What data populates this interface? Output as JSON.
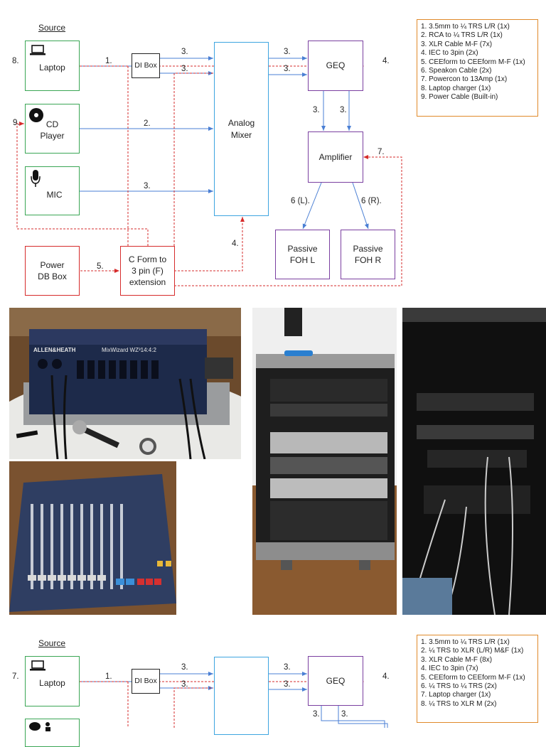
{
  "diagram1": {
    "source_heading": "Source",
    "laptop": "Laptop",
    "cd_player_line1": "CD",
    "cd_player_line2": "Player",
    "mic": "MIC",
    "power_db_line1": "Power",
    "power_db_line2": "DB Box",
    "di_box": "DI Box",
    "analog_mixer_line1": "Analog",
    "analog_mixer_line2": "Mixer",
    "geq": "GEQ",
    "amplifier": "Amplifier",
    "cform_line1": "C Form to",
    "cform_line2": "3 pin (F)",
    "cform_line3": "extension",
    "foh_l_line1": "Passive",
    "foh_l_line2": "FOH L",
    "foh_r_line1": "Passive",
    "foh_r_line2": "FOH R",
    "labels": {
      "n1": "1.",
      "n2": "2.",
      "n3": "3.",
      "n4": "4.",
      "n5": "5.",
      "n6l": "6 (L).",
      "n6r": "6 (R).",
      "n7": "7.",
      "n8": "8.",
      "n9": "9."
    },
    "legend": [
      "1. 3.5mm to ¼ TRS L/R (1x)",
      "2. RCA to ¼ TRS L/R (1x)",
      "3. XLR Cable M-F (7x)",
      "4. IEC to 3pin (2x)",
      "5. CEEform to CEEform M-F (1x)",
      "6. Speakon Cable (2x)",
      "7. Powercon to 13Amp (1x)",
      "8. Laptop charger (1x)",
      "9. Power Cable (Built-in)"
    ]
  },
  "photos": {
    "mixer_brand": "ALLEN&HEATH",
    "mixer_model": "MixWizard WZ³14:4:2"
  },
  "diagram2": {
    "source_heading": "Source",
    "laptop": "Laptop",
    "di_box": "DI Box",
    "geq": "GEQ",
    "labels": {
      "n1": "1.",
      "n3": "3.",
      "n4": "4.",
      "n7": "7."
    },
    "legend": [
      "1. 3.5mm to ¼ TRS L/R (1x)",
      "2. ¼ TRS to XLR (L/R) M&F (1x)",
      "3. XLR Cable M-F (8x)",
      "4. IEC to 3pin (7x)",
      "5. CEEform to CEEform M-F (1x)",
      "6. ¼ TRS to ¼ TRS (2x)",
      "7. Laptop charger (1x)",
      "8. ¼ TRS to XLR M (2x)"
    ]
  },
  "colors": {
    "signal": "#4a7fd4",
    "power": "#d62b2b",
    "source_border": "#3aa655",
    "geq_border": "#7a3fa0",
    "mixer_border": "#3da5e0",
    "legend_border": "#e08a2a"
  }
}
